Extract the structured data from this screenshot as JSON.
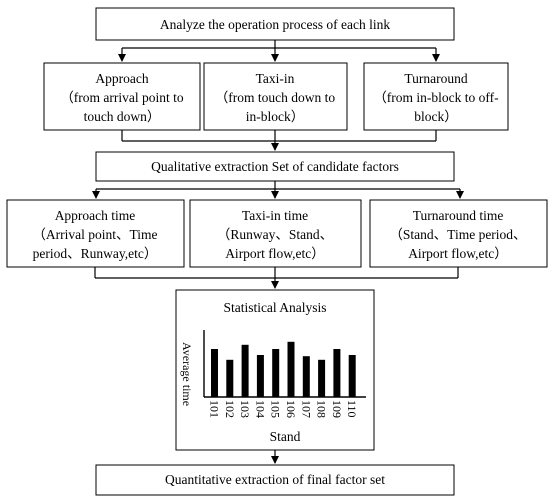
{
  "nodes": {
    "analyze": "Analyze the operation process of each link",
    "approach": [
      "Approach",
      "（from arrival point to",
      "touch down）"
    ],
    "taxiin": [
      "Taxi-in",
      "（from touch down to",
      "in-block）"
    ],
    "turnaround": [
      "Turnaround",
      "（from in-block to off-",
      "block）"
    ],
    "qualitative": "Qualitative extraction Set of candidate factors",
    "approach_time": [
      "Approach time",
      "（Arrival point、Time",
      "period、Runway,etc）"
    ],
    "taxiin_time": [
      "Taxi-in time",
      "（Runway、Stand、",
      "Airport flow,etc）"
    ],
    "turnaround_time": [
      "Turnaround time",
      "（Stand、Time period、",
      "Airport flow,etc）"
    ],
    "statistical": "Statistical Analysis",
    "quantitative": "Quantitative extraction of final factor set"
  },
  "chart_data": {
    "type": "bar",
    "xlabel": "Stand",
    "ylabel": "Average time",
    "categories": [
      "101",
      "102",
      "103",
      "104",
      "105",
      "106",
      "107",
      "108",
      "109",
      "110"
    ],
    "values": [
      0.8,
      0.62,
      0.87,
      0.7,
      0.8,
      0.92,
      0.68,
      0.62,
      0.8,
      0.7
    ],
    "ylim": [
      0,
      1
    ]
  }
}
